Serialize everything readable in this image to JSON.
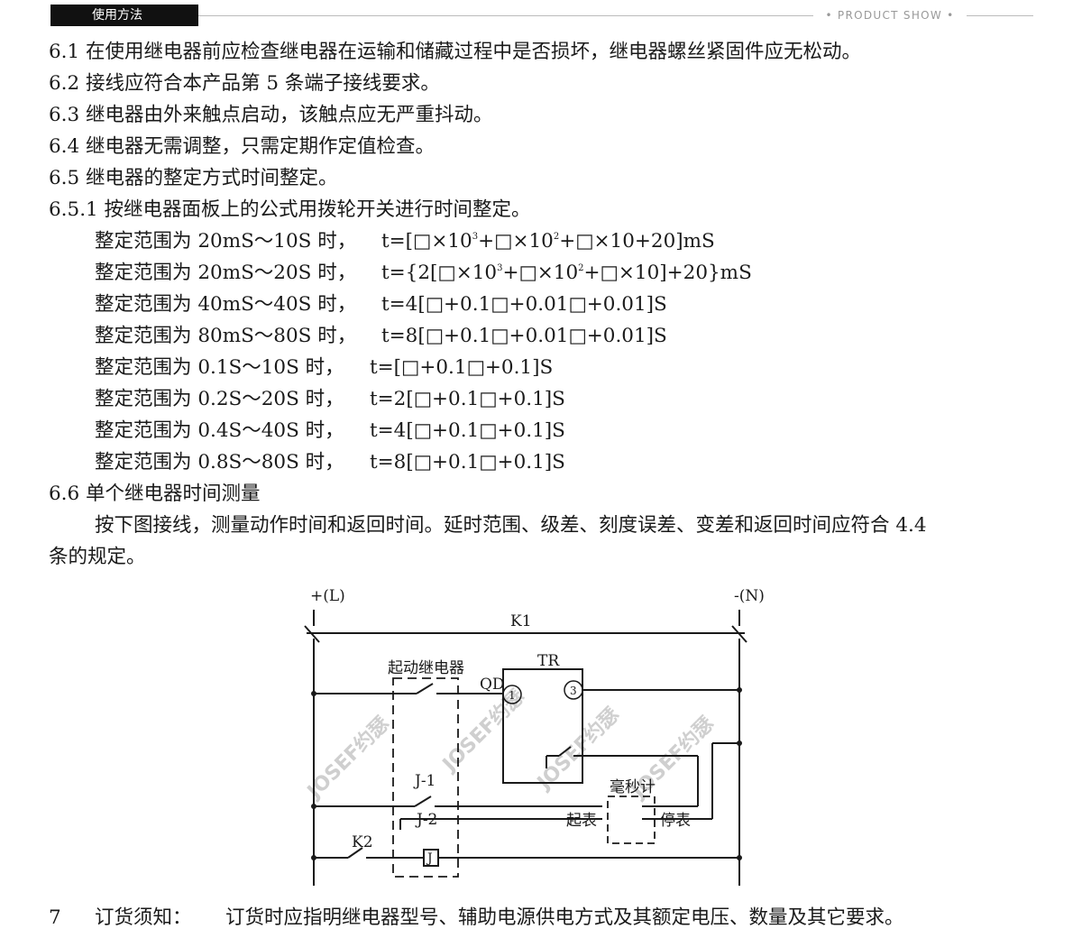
{
  "header": {
    "tab_label": "使用方法",
    "right_label": "• PRODUCT SHOW •"
  },
  "paragraphs": {
    "p61": "6.1 在使用继电器前应检查继电器在运输和储藏过程中是否损坏，继电器螺丝紧固件应无松动。",
    "p62": "6.2 接线应符合本产品第 5 条端子接线要求。",
    "p63": "6.3 继电器由外来触点启动，该触点应无严重抖动。",
    "p64": "6.4 继电器无需调整，只需定期作定值检查。",
    "p65": "6.5 继电器的整定方式时间整定。",
    "p651": "6.5.1 按继电器面板上的公式用拨轮开关进行时间整定。"
  },
  "ranges": [
    {
      "label": "整定范围为 20mS～10S 时，",
      "f_pre": "t=[□×10",
      "e1": "3",
      "f_mid": "+□×10",
      "e2": "2",
      "f_post": "+□×10+20]mS"
    },
    {
      "label": "整定范围为 20mS～20S 时，",
      "f_pre": "t={2[□×10",
      "e1": "3",
      "f_mid": "+□×10",
      "e2": "2",
      "f_post": "+□×10]+20}mS"
    },
    {
      "label": "整定范围为 40mS～40S 时，",
      "formula": "t=4[□+0.1□+0.01□+0.01]S"
    },
    {
      "label": "整定范围为 80mS～80S 时，",
      "formula": "t=8[□+0.1□+0.01□+0.01]S"
    },
    {
      "label": "整定范围为 0.1S～10S 时，",
      "formula": "t=[□+0.1□+0.1]S"
    },
    {
      "label": "整定范围为 0.2S～20S 时，",
      "formula": "t=2[□+0.1□+0.1]S"
    },
    {
      "label": "整定范围为 0.4S～40S 时，",
      "formula": "t=4[□+0.1□+0.1]S"
    },
    {
      "label": "整定范围为 0.8S～80S 时，",
      "formula": "t=8[□+0.1□+0.1]S"
    }
  ],
  "section66": {
    "title": "6.6 单个继电器时间测量",
    "body_line1": "按下图接线，测量动作时间和返回时间。延时范围、级差、刻度误差、变差和返回时间应符合 4.4",
    "body_line2": "条的规定。"
  },
  "circuit": {
    "plus_label": "+(L)",
    "minus_label": "-(N)",
    "k1": "K1",
    "k2": "K2",
    "start_relay": "起动继电器",
    "qd": "QD",
    "tr": "TR",
    "pin1": "1",
    "pin3": "3",
    "j1": "J-1",
    "j2": "J-2",
    "j": "J",
    "ms_meter": "毫秒计",
    "start_meter": "起表",
    "stop_meter": "停表",
    "watermark": "JOSEF约瑟"
  },
  "section7": {
    "num": "7",
    "title": "订货须知：",
    "body": "订货时应指明继电器型号、辅助电源供电方式及其额定电压、数量及其它要求。"
  }
}
